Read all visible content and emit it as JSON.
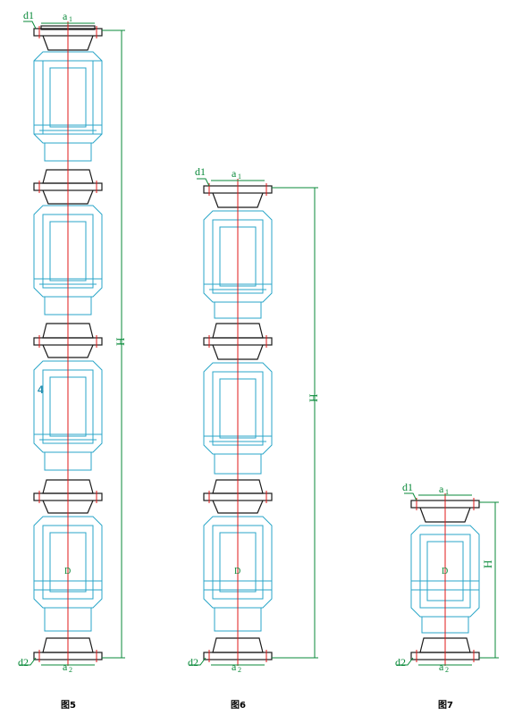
{
  "figures": [
    {
      "id": "fig5",
      "caption": "图5",
      "labels": {
        "d1": "d1",
        "a1": "a",
        "a1_sub": "1",
        "d2": "d2",
        "a2": "a",
        "a2_sub": "2",
        "H": "H",
        "D": "D",
        "part": "4"
      },
      "module_count": 4
    },
    {
      "id": "fig6",
      "caption": "图6",
      "labels": {
        "d1": "d1",
        "a1": "a",
        "a1_sub": "1",
        "d2": "d2",
        "a2": "a",
        "a2_sub": "2",
        "H": "H",
        "D": "D"
      },
      "module_count": 3
    },
    {
      "id": "fig7",
      "caption": "图7",
      "labels": {
        "d1": "d1",
        "a1": "a",
        "a1_sub": "1",
        "d2": "d2",
        "a2": "a",
        "a2_sub": "2",
        "H": "H",
        "D": "D"
      },
      "module_count": 1
    }
  ],
  "colors": {
    "outline": "#1a1a1a",
    "module": "#2aa6c8",
    "centerline": "#e01818",
    "dimension": "#0a8a3a",
    "part_label": "#2a8fb0"
  }
}
